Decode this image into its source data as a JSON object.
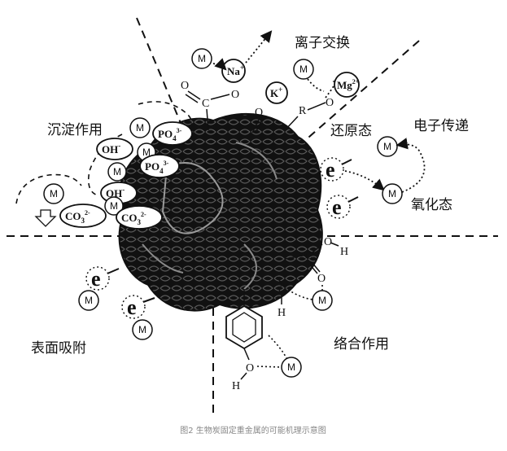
{
  "labels": {
    "ion_exchange": "离子交换",
    "precipitation": "沉淀作用",
    "redox_reduced": "还原态",
    "electron_transfer": "电子传递",
    "oxidized": "氧化态",
    "surface_adsorption": "表面吸附",
    "complexation": "络合作用"
  },
  "ions": {
    "na": "Na",
    "na_sup": "+",
    "k": "K",
    "k_sup": "+",
    "mg": "Mg",
    "mg_sup": "2+",
    "oh": "OH",
    "oh_sup": "-",
    "po4": "PO",
    "po4_sub": "4",
    "po4_sup": "3-",
    "co3": "CO",
    "co3_sub": "3",
    "co3_sup": "2-"
  },
  "atoms": {
    "o": "O",
    "c": "C",
    "r": "R",
    "h": "H"
  },
  "metal": "M",
  "electron": "e",
  "caption": "图2 生物炭固定重金属的可能机理示意图"
}
